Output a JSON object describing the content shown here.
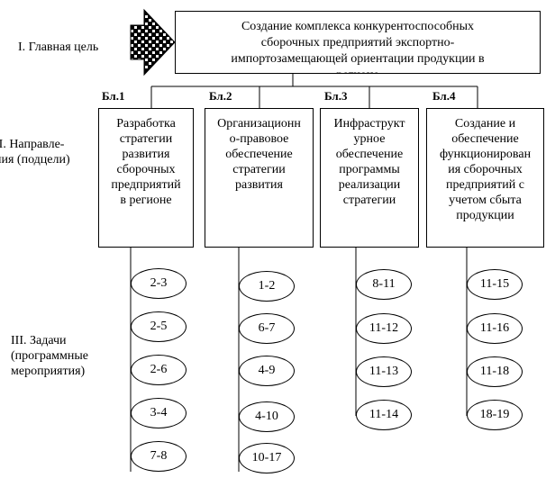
{
  "levels": {
    "goal": "I. Главная цель",
    "directions": "II. Направле-\nния (подцели)",
    "tasks": "III. Задачи\n(программные\nмероприятия)"
  },
  "main_goal": "Создание комплекса конкурентоспособных\nсборочных предприятий экспортно-\nимпортозамещающей ориентации продукции в\nрегионе",
  "blocks": [
    {
      "label": "Бл.1",
      "text": "Разработка\nстратегии\nразвития\nсборочных\nпредприятий\nв регионе",
      "tasks": [
        "2-3",
        "2-5",
        "2-6",
        "3-4",
        "7-8"
      ]
    },
    {
      "label": "Бл.2",
      "text": "Организационн\nо-правовое\nобеспечение\nстратегии\nразвития",
      "tasks": [
        "1-2",
        "6-7",
        "4-9",
        "4-10",
        "10-17"
      ]
    },
    {
      "label": "Бл.3",
      "text": "Инфраструкт\nурное\nобеспечение\nпрограммы\nреализации\nстратегии",
      "tasks": [
        "8-11",
        "11-12",
        "11-13",
        "11-14"
      ]
    },
    {
      "label": "Бл.4",
      "text": "Создание и\nобеспечение\nфункционирован\nия сборочных\nпредприятий с\nучетом сбыта\nпродукции",
      "tasks": [
        "11-15",
        "11-16",
        "11-18",
        "18-19"
      ]
    }
  ]
}
